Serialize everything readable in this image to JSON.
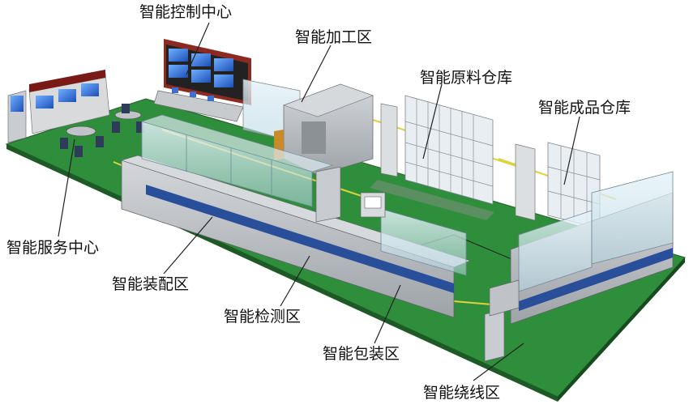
{
  "labels": {
    "control_center": "智能控制中心",
    "machining_zone": "智能加工区",
    "raw_warehouse": "智能原料仓库",
    "product_warehouse": "智能成品仓库",
    "service_center": "智能服务中心",
    "assembly_zone": "智能装配区",
    "inspection_zone": "智能检测区",
    "packaging_zone": "智能包装区",
    "winding_zone": "智能绕线区"
  },
  "colors": {
    "floor": "#2e8b3a",
    "floor_edge": "#cfcf3a",
    "machine_body": "#b8bcc0",
    "glass": "#cfe6f0",
    "panel_blue": "#2a4f9a"
  }
}
